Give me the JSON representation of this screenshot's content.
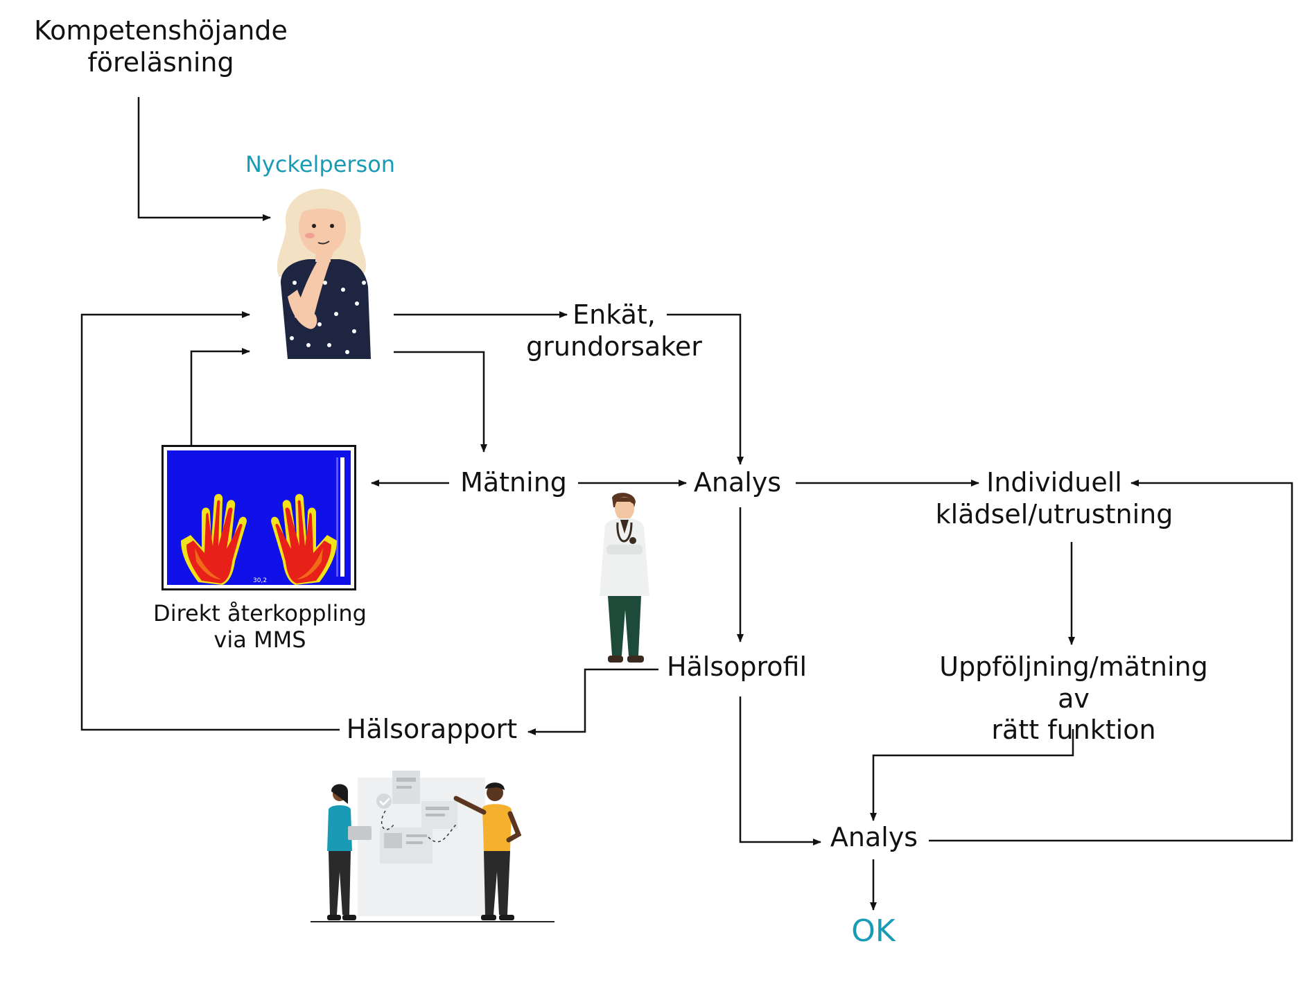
{
  "nodes": {
    "lecture": "Kompetenshöjande\nföreläsning",
    "key_person": "Nyckelperson",
    "survey": "Enkät,\ngrundorsaker",
    "measurement": "Mätning",
    "analysis_top": "Analys",
    "individual": "Individuell\nklädsel/utrustning",
    "direct_feedback": "Direkt återkoppling\nvia MMS",
    "health_profile": "Hälsoprofil",
    "followup": "Uppföljning/mätning av\nrätt funktion",
    "health_report": "Hälsorapport",
    "analysis_bottom": "Analys",
    "ok": "OK"
  },
  "thermal_image": {
    "reading": "30,2"
  },
  "colors": {
    "accent": "#1a9bb5",
    "line": "#111111",
    "thermal_bg": "#1010e8",
    "hand_hot": "#e8201a"
  }
}
